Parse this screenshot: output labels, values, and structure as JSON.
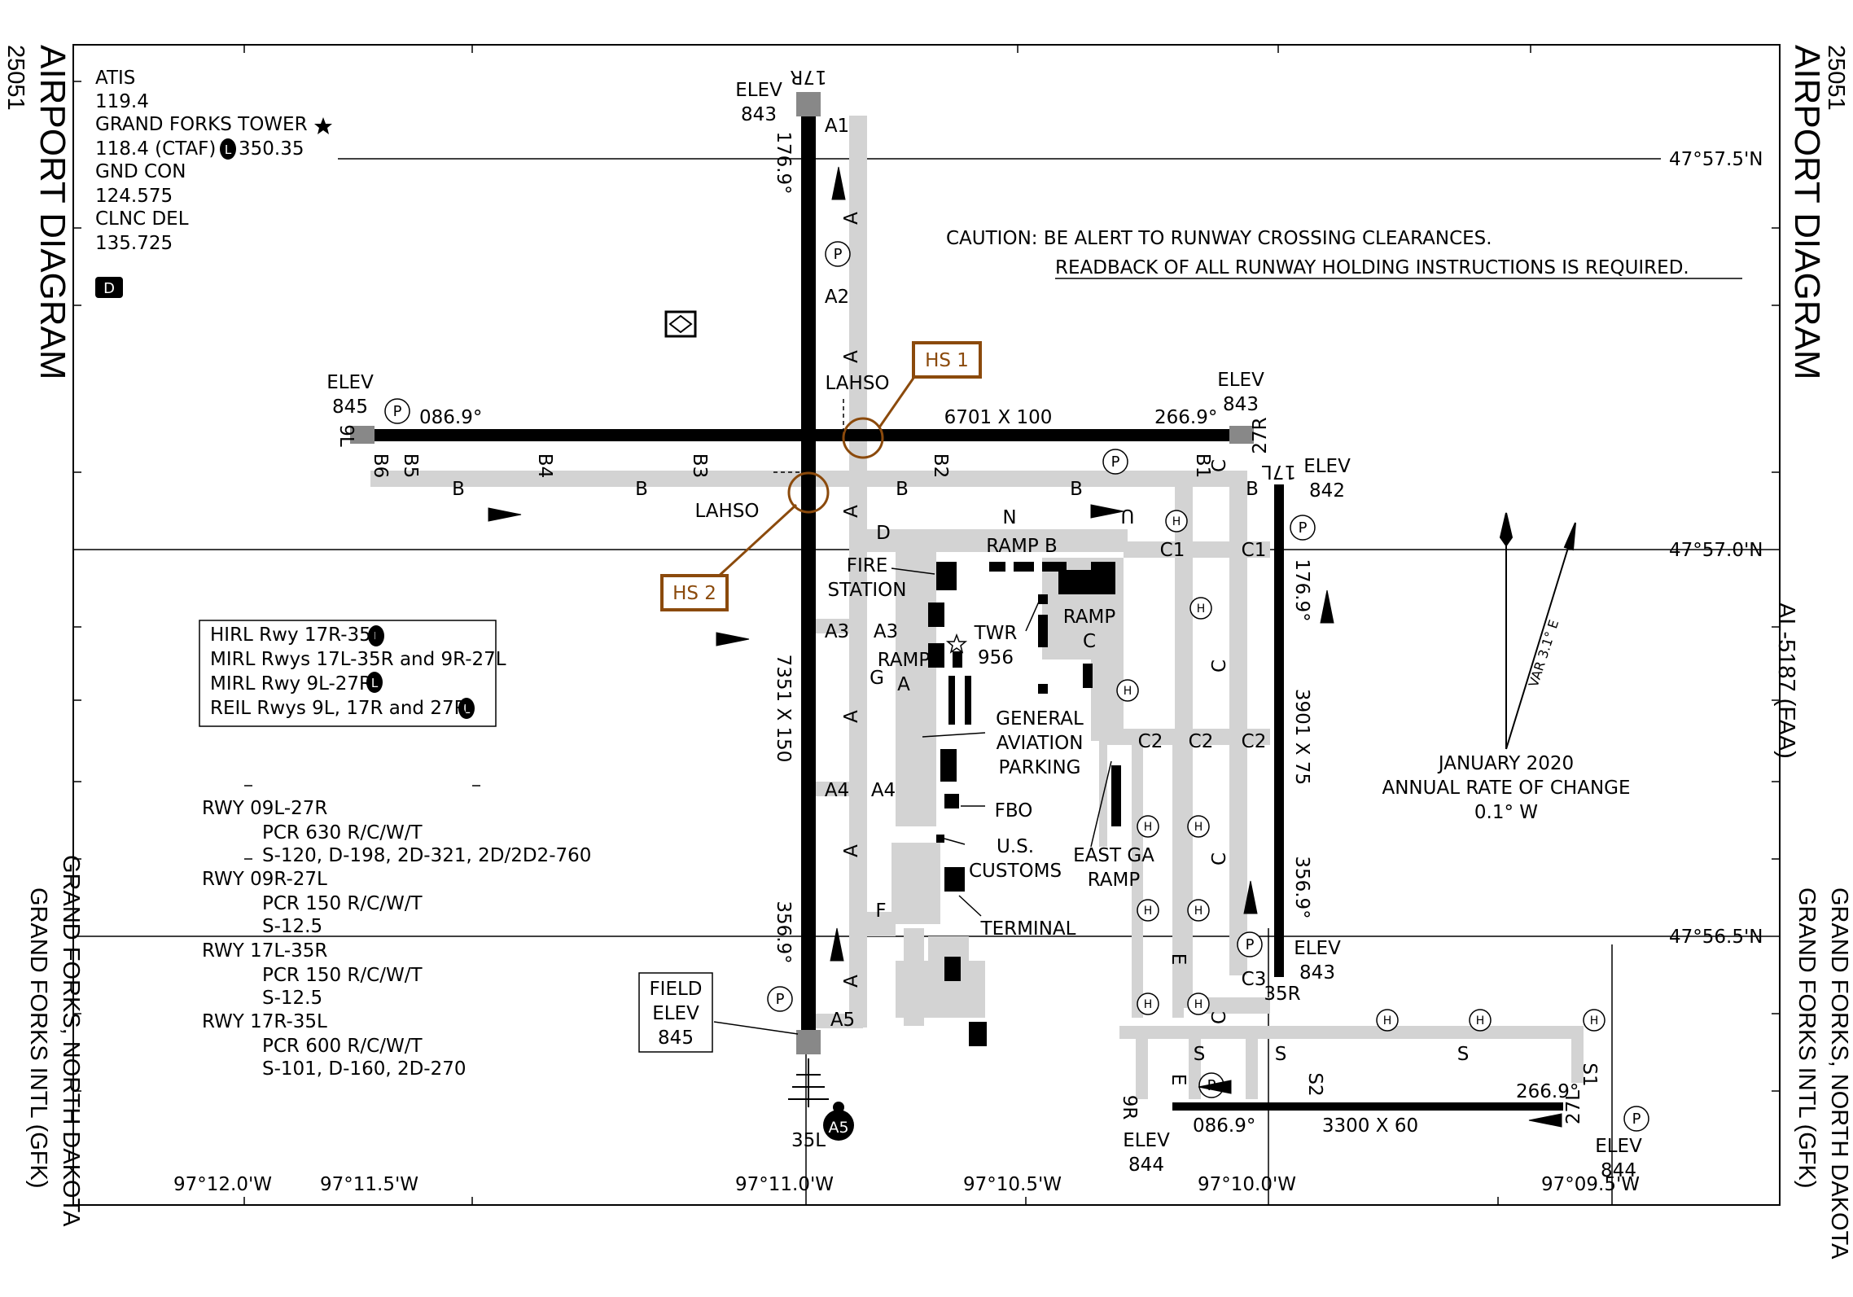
{
  "chart_id": "25051",
  "title": "AIRPORT DIAGRAM",
  "location": "GRAND FORKS, NORTH DAKOTA",
  "airport": "GRAND FORKS INTL (GFK)",
  "doc_id": "AL-5187 (FAA)",
  "freq": [
    "ATIS",
    "119.4",
    "GRAND FORKS TOWER",
    "118.4 (CTAF)",
    "350.35",
    "GND CON",
    "124.575",
    "CLNC DEL",
    "135.725"
  ],
  "caution": [
    "CAUTION: BE ALERT TO RUNWAY CROSSING CLEARANCES.",
    "READBACK OF ALL RUNWAY HOLDING INSTRUCTIONS IS REQUIRED."
  ],
  "lighting": [
    "HIRL Rwy 17R-35L",
    "MIRL Rwys 17L-35R and 9R-27L",
    "MIRL Rwy 9L-27R",
    "REIL Rwys 9L, 17R and 27R"
  ],
  "rwy_data": [
    "RWY 09L-27R",
    "PCR 630 R/C/W/T",
    "S-120, D-198, 2D-321, 2D/2D2-760",
    "RWY 09R-27L",
    "PCR 150 R/C/W/T",
    "S-12.5",
    "RWY 17L-35R",
    "PCR 150 R/C/W/T",
    "S-12.5",
    "RWY 17R-35L",
    "PCR 600 R/C/W/T",
    "S-101, D-160, 2D-270"
  ],
  "field_elev": [
    "FIELD",
    "ELEV",
    "845"
  ],
  "lat": [
    "47°57.5'N",
    "47°57.0'N",
    "47°56.5'N"
  ],
  "lon": [
    "97°12.0'W",
    "97°11.5'W",
    "97°11.0'W",
    "97°10.5'W",
    "97°10.0'W",
    "97°09.5'W"
  ],
  "magvar": [
    "JANUARY 2020",
    "ANNUAL RATE OF CHANGE",
    "0.1° W"
  ],
  "var_label": "VAR 3.1° E",
  "hot_spots": [
    "HS 1",
    "HS 2"
  ],
  "runways": {
    "r17R": {
      "end": "17R",
      "elev_lbl": "ELEV",
      "elev": "843",
      "hdg": "176.9°"
    },
    "r35L": {
      "end": "35L",
      "hdg": "356.9°",
      "dims": "7351 X 150"
    },
    "r9L": {
      "end": "9L",
      "elev_lbl": "ELEV",
      "elev": "845",
      "hdg": "086.9°"
    },
    "r27R": {
      "end": "27R",
      "elev_lbl": "ELEV",
      "elev": "843",
      "hdg": "266.9°",
      "dims": "6701 X 100"
    },
    "r17L": {
      "end": "17L",
      "elev_lbl": "ELEV",
      "elev": "842",
      "hdg": "176.9°",
      "dims": "3901 X 75"
    },
    "r35R": {
      "end": "35R",
      "elev_lbl": "ELEV",
      "elev": "843",
      "hdg": "356.9°"
    },
    "r9R": {
      "end": "9R",
      "elev_lbl": "ELEV",
      "elev": "844",
      "hdg": "086.9°",
      "dims": "3300 X 60"
    },
    "r27L": {
      "end": "27L",
      "elev_lbl": "ELEV",
      "elev": "844",
      "hdg": "266.9°"
    }
  },
  "labels": {
    "lahso": "LAHSO",
    "ramp_b": "RAMP B",
    "ramp_c1": "RAMP",
    "ramp_c2": "C",
    "ramp_a1": "RAMP",
    "ramp_a2": "A",
    "fire1": "FIRE",
    "fire2": "STATION",
    "twr": "TWR",
    "twr_elev": "956",
    "ga1": "GENERAL",
    "ga2": "AVIATION",
    "ga3": "PARKING",
    "fbo": "FBO",
    "cust1": "U.S.",
    "cust2": "CUSTOMS",
    "term": "TERMINAL",
    "ega1": "EAST GA",
    "ega2": "RAMP",
    "a5": "A5"
  },
  "twy": {
    "A": "A",
    "A1": "A1",
    "A2": "A2",
    "A3": "A3",
    "A4": "A4",
    "A5": "A5",
    "B": "B",
    "B1": "B1",
    "B2": "B2",
    "B3": "B3",
    "B4": "B4",
    "B5": "B5",
    "B6": "B6",
    "C": "C",
    "C1": "C1",
    "C2": "C2",
    "C3": "C3",
    "D": "D",
    "E": "E",
    "F": "F",
    "G": "G",
    "N": "N",
    "U": "U",
    "S": "S",
    "S1": "S1",
    "S2": "S2"
  },
  "sym": {
    "P": "P",
    "H": "H",
    "L": "L",
    "D": "D"
  }
}
